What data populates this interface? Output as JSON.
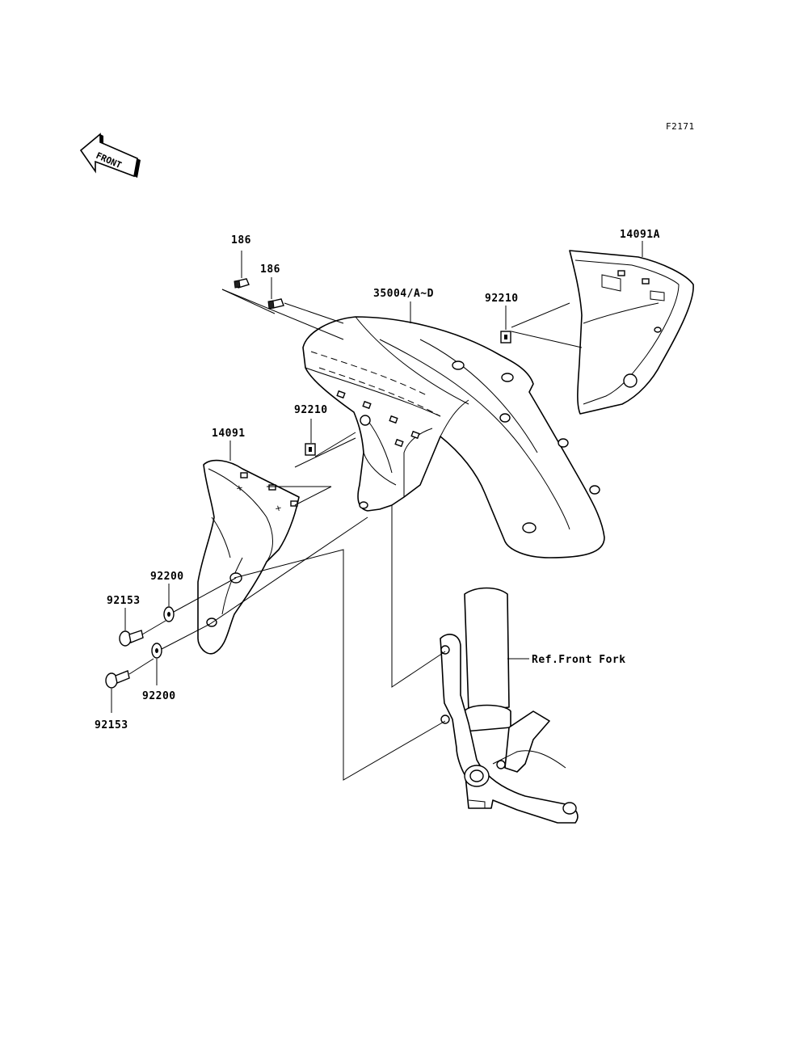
{
  "figure_id": "F2171",
  "front_indicator": "FRONT",
  "callouts": {
    "bolt_186_a": "186",
    "bolt_186_b": "186",
    "fender_front": "35004/A~D",
    "nut_92210_a": "92210",
    "nut_92210_b": "92210",
    "cover_14091a": "14091A",
    "cover_14091": "14091",
    "washer_92200_a": "92200",
    "washer_92200_b": "92200",
    "bolt_92153_a": "92153",
    "bolt_92153_b": "92153",
    "ref_front_fork": "Ref.Front Fork"
  }
}
